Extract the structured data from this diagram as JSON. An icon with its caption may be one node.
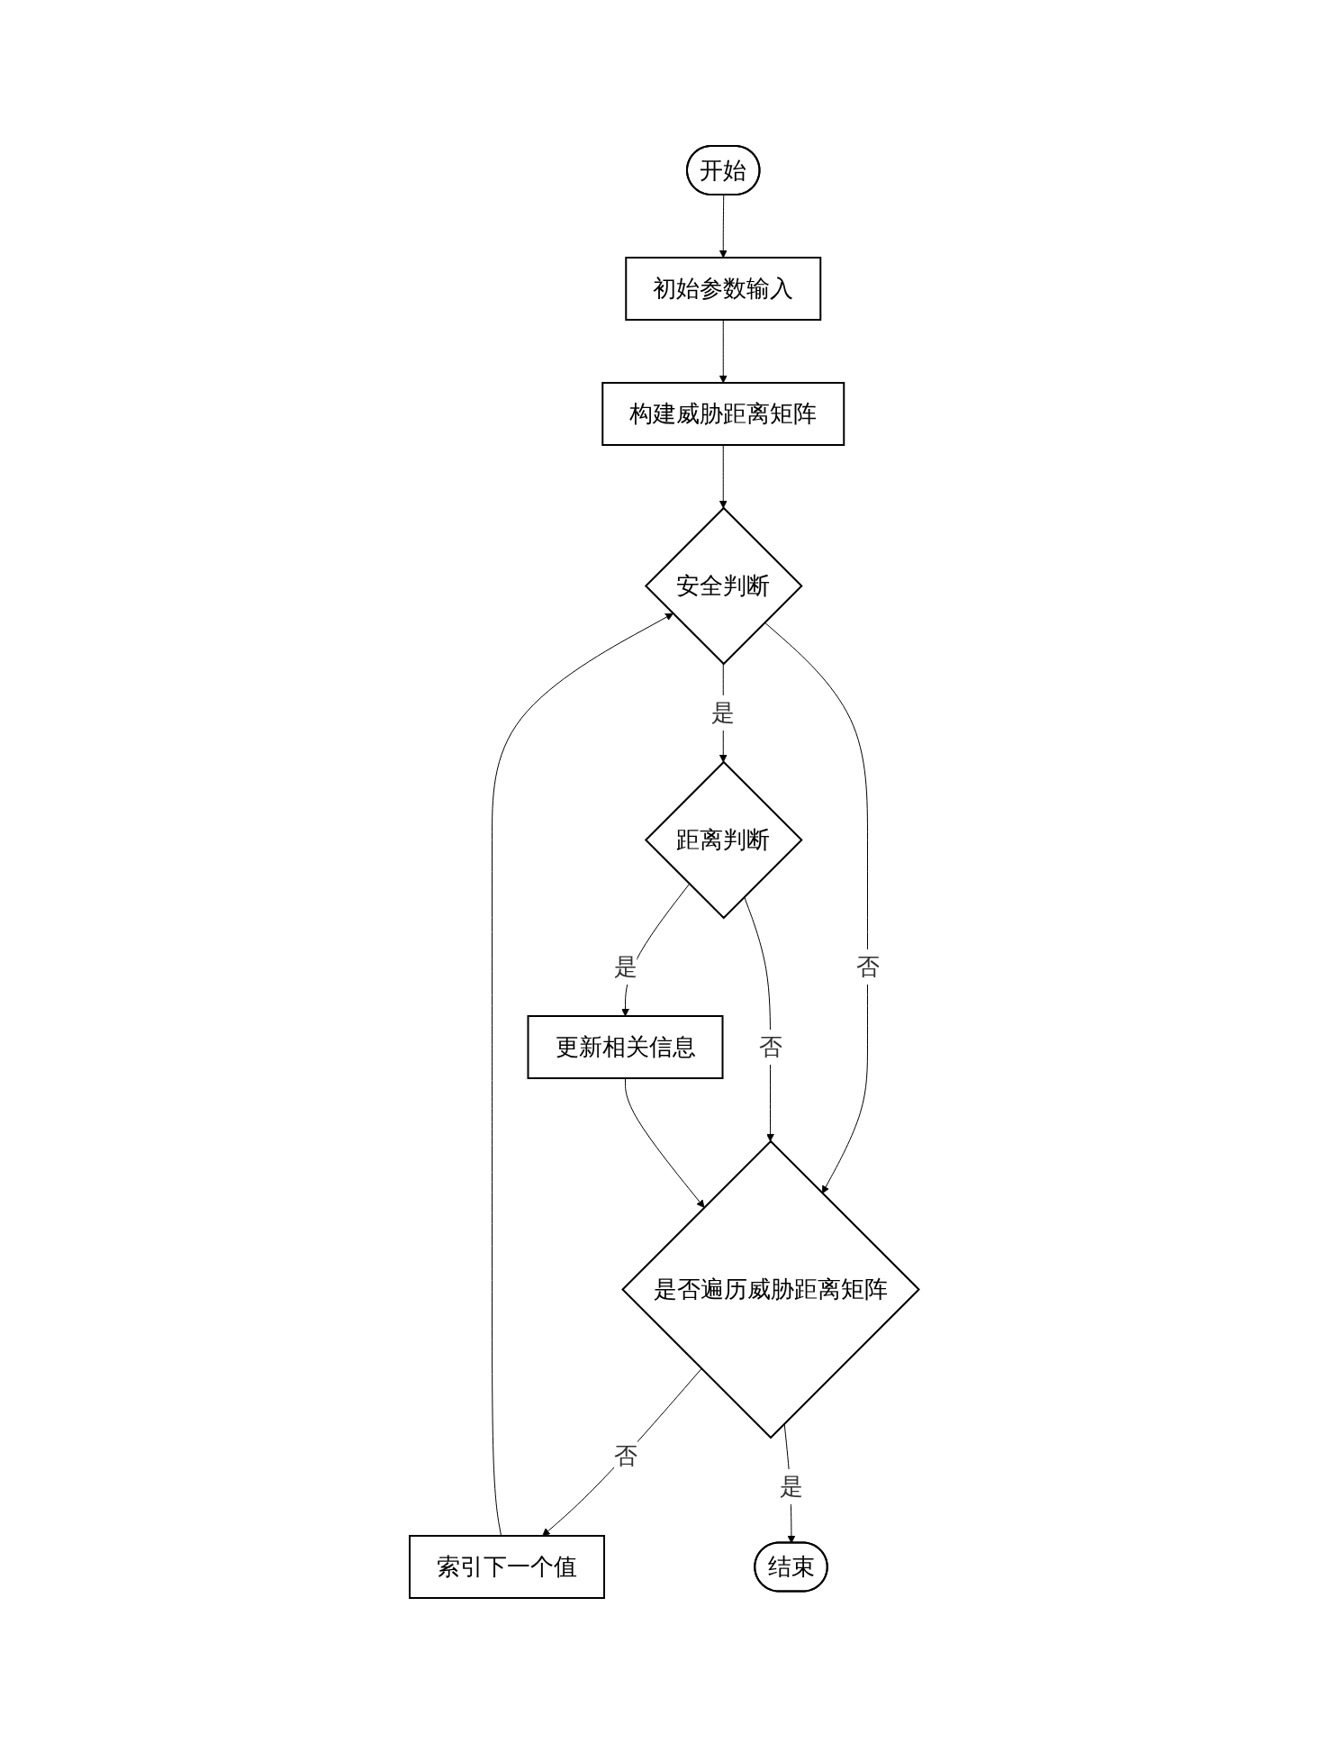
{
  "diagram": {
    "nodes": [
      {
        "text": [
          "开始"
        ]
      },
      {
        "text": [
          "初始参数输入"
        ]
      },
      {
        "text": [
          "构建威胁距离矩阵"
        ]
      },
      {
        "text": [
          "安全判断"
        ]
      },
      {
        "text": [
          "距离判断"
        ]
      },
      {
        "text": [
          "更新相关信息"
        ]
      },
      {
        "text": [
          "是否遍历威胁距离矩阵"
        ]
      },
      {
        "text": [
          "索引下一个值"
        ]
      },
      {
        "text": [
          "结束"
        ]
      }
    ],
    "edges": [
      {
        "from": 0,
        "to": 1,
        "arrow": "to"
      },
      {
        "from": 1,
        "to": 2,
        "arrow": "to"
      },
      {
        "from": 2,
        "to": 3,
        "arrow": "to"
      },
      {
        "from": 3,
        "to": 4,
        "label": "是",
        "arrow": "to"
      },
      {
        "from": 4,
        "to": 5,
        "label": "是",
        "arrow": "to"
      },
      {
        "from": 3,
        "to": 6,
        "label": "否",
        "arrow": "to"
      },
      {
        "from": 4,
        "to": 6,
        "label": "否",
        "arrow": "to"
      },
      {
        "from": 5,
        "to": 6,
        "arrow": "to"
      },
      {
        "from": 6,
        "to": 7,
        "label": "否",
        "arrow": "to"
      },
      {
        "from": 6,
        "to": 8,
        "label": "是",
        "arrow": "to"
      },
      {
        "from": 7,
        "to": 3,
        "arrow": "to"
      }
    ]
  }
}
